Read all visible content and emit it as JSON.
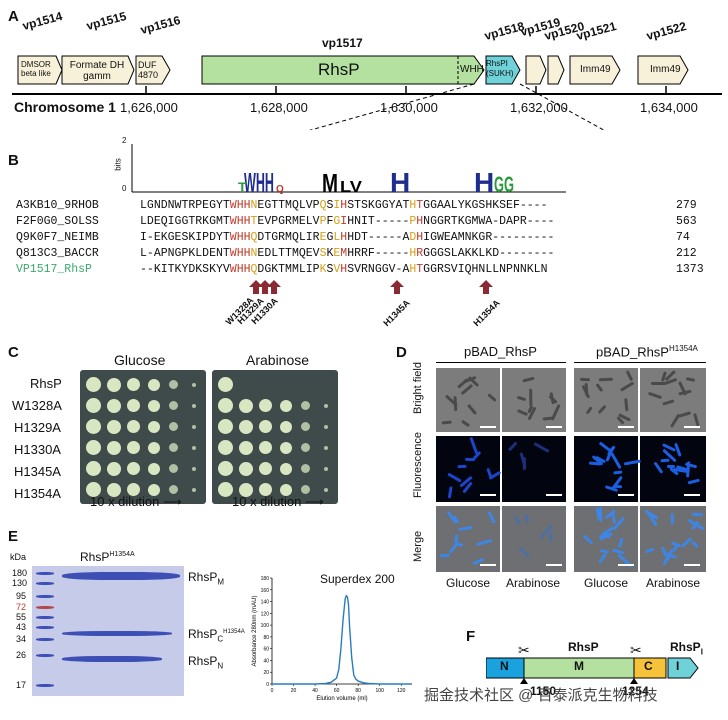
{
  "panel_labels": {
    "a": "A",
    "b": "B",
    "c": "C",
    "d": "D",
    "e": "E",
    "f": "F"
  },
  "panelA": {
    "genes": [
      {
        "name": "vp1514",
        "text": "DMSOR beta like",
        "color": "#f7f1d9"
      },
      {
        "name": "vp1515",
        "text": "Formate DH gamm",
        "color": "#f7f1d9"
      },
      {
        "name": "vp1516",
        "text": "DUF 4870",
        "color": "#f7f1d9"
      },
      {
        "name": "vp1517",
        "text": "RhsP",
        "color": "#b4e0a0",
        "extra": "WHH"
      },
      {
        "name": "vp1518",
        "text": "RhsPI (SUKH)",
        "color": "#6fd2d8"
      },
      {
        "name": "vp1519",
        "text": "",
        "color": "#f7f1d9"
      },
      {
        "name": "vp1520",
        "text": "",
        "color": "#f7f1d9"
      },
      {
        "name": "vp1521",
        "text": "Imm49",
        "color": "#f7f1d9"
      },
      {
        "name": "vp1522",
        "text": "Imm49",
        "color": "#f7f1d9"
      }
    ],
    "chromosome_label": "Chromosome 1",
    "ticks": [
      "1,626,000",
      "1,628,000",
      "1,630,000",
      "1,632,000",
      "1,634,000"
    ]
  },
  "panelB": {
    "logo_axis": {
      "label": "bits",
      "max": "2",
      "min": "0"
    },
    "sequences": [
      {
        "id": "A3KB10_9RHOB",
        "seq": "LGNDNWTRPEGYTWHHNEGTTMQLVPQSIHSTSKGGYATHTGGAALYKGSHKSEF----",
        "num": "279"
      },
      {
        "id": "F2F0G0_SOLSS",
        "seq": "LDEQIGGTRKGMTWHHTEVPGRMELVPFGIHNIT-----PHNGGRTKGMWA-DAPR----",
        "num": "563"
      },
      {
        "id": "Q9K0F7_NEIMB",
        "seq": "I-EKGESKIPDYTWHHQDTGRMQLIREGLHHDT-----ADHIGWEAMNKGR---------",
        "num": "74"
      },
      {
        "id": "Q813C3_BACCR",
        "seq": "L-APNGPKLDENTWHHNEDLTTMQEVSKEMHRRF-----HRGGGSLAKKLKD--------",
        "num": "212"
      },
      {
        "id": "VP1517_RhsP",
        "seq": "--KITKYDKSKYVWHHQDGKTMMLIPKSVHSVRNGGV-AHTGGRSVIQHNLLNPNNKLN",
        "num": "1373"
      }
    ],
    "mutations": [
      "W1328A",
      "H1329A",
      "H1330A",
      "H1345A",
      "H1354A"
    ]
  },
  "panelC": {
    "col_headers": [
      "Glucose",
      "Arabinose"
    ],
    "rows": [
      "RhsP",
      "W1328A",
      "H1329A",
      "H1330A",
      "H1345A",
      "H1354A"
    ],
    "dilution_label": "10 x dilution"
  },
  "panelD": {
    "col_headers": [
      "pBAD_RhsP",
      "pBAD_RhsP",
      "H1354A"
    ],
    "row_labels": [
      "Bright field",
      "Fluorescence",
      "Merge"
    ],
    "bottom_labels": [
      "Glucose",
      "Arabinose",
      "Glucose",
      "Arabinose"
    ]
  },
  "panelE": {
    "kda": "kDa",
    "gel_title": "RhsP",
    "gel_title_sup": "H1354A",
    "mw_markers": [
      "180",
      "130",
      "95",
      "72",
      "55",
      "43",
      "34",
      "26",
      "17"
    ],
    "band_labels": [
      {
        "main": "RhsP",
        "sub": "M",
        "sup": ""
      },
      {
        "main": "RhsP",
        "sub": "C",
        "sup": "H1354A"
      },
      {
        "main": "RhsP",
        "sub": "N",
        "sup": ""
      }
    ],
    "chart_data": {
      "type": "line",
      "title": "Superdex 200",
      "xlabel": "Elution volume (ml)",
      "ylabel": "Absorbance 280nm (mAU)",
      "xlim": [
        0,
        130
      ],
      "ylim": [
        0,
        180
      ],
      "xticks": [
        0,
        20,
        40,
        60,
        80,
        100,
        120
      ],
      "yticks": [
        0,
        20,
        40,
        60,
        80,
        100,
        120,
        140,
        160,
        180
      ],
      "x": [
        0,
        10,
        20,
        30,
        40,
        50,
        55,
        60,
        62,
        64,
        66,
        68,
        69,
        70,
        71,
        72,
        74,
        76,
        78,
        80,
        85,
        90,
        100,
        110,
        120,
        130
      ],
      "y": [
        0,
        0,
        0,
        0,
        0,
        1,
        3,
        10,
        25,
        60,
        110,
        145,
        150,
        148,
        135,
        100,
        45,
        15,
        8,
        5,
        2,
        1,
        0,
        0,
        0,
        0
      ]
    }
  },
  "panelF": {
    "segments": [
      {
        "label": "N",
        "color": "#1aa2df"
      },
      {
        "label": "M",
        "color": "#b4e0a0"
      },
      {
        "label": "C",
        "color": "#f5c23a"
      },
      {
        "label": "I",
        "color": "#6fd2d8"
      }
    ],
    "title": "RhsP",
    "title_right": "RhsP",
    "title_right_sub": "I",
    "cut_labels": [
      "1150",
      "1254"
    ]
  },
  "watermark": "掘金技术社区 @ 百泰派克生物科技"
}
